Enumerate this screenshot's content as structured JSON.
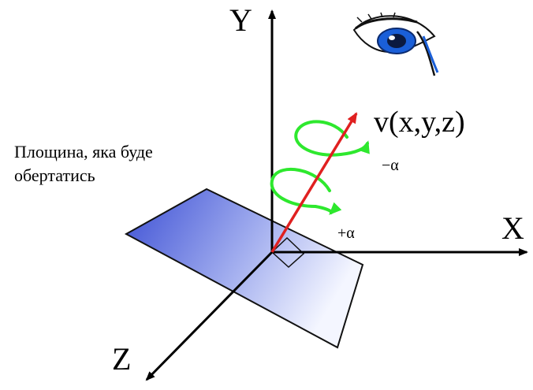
{
  "axes": {
    "x_label": "X",
    "y_label": "Y",
    "z_label": "Z"
  },
  "vector": {
    "label": "v(x,y,z)"
  },
  "rotation": {
    "negative_label": "−α",
    "positive_label": "+α"
  },
  "plane": {
    "label": "Площина, яка буде обертатись"
  },
  "icons": [
    "eye-icon"
  ],
  "colors": {
    "axis": "#000000",
    "vector": "#e02020",
    "rotation_arrow": "#2ee82e",
    "plane_dark": "#4a5cd6",
    "plane_light": "#f4f6ff",
    "eye_iris": "#1a5fd8"
  }
}
